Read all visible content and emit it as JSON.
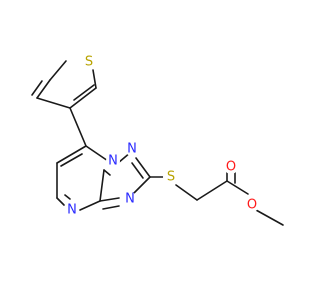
{
  "molecule": {
    "atoms": [
      {
        "id": "S_thiophene",
        "label": "S",
        "color": "#b8a300"
      },
      {
        "id": "N1",
        "label": "N",
        "color": "#2a2aff"
      },
      {
        "id": "N_top",
        "label": "N",
        "color": "#2a2aff"
      },
      {
        "id": "N_right",
        "label": "N",
        "color": "#2a2aff"
      },
      {
        "id": "N_bottom_left",
        "label": "N",
        "color": "#2a2aff"
      },
      {
        "id": "S_thioether",
        "label": "S",
        "color": "#b8a300"
      },
      {
        "id": "O_carbonyl",
        "label": "O",
        "color": "#ff1a1a"
      },
      {
        "id": "O_ester",
        "label": "O",
        "color": "#ff1a1a"
      }
    ]
  }
}
